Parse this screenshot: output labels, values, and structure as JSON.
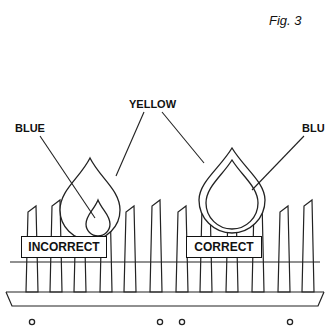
{
  "diagram": {
    "nodes": [
      {
        "text": [
          "INCORRECT"
        ]
      },
      {
        "text": [
          "CORRECT"
        ]
      }
    ],
    "labels": [
      "Fig. 3",
      "YELLOW",
      "BLUE",
      "BLU"
    ]
  }
}
